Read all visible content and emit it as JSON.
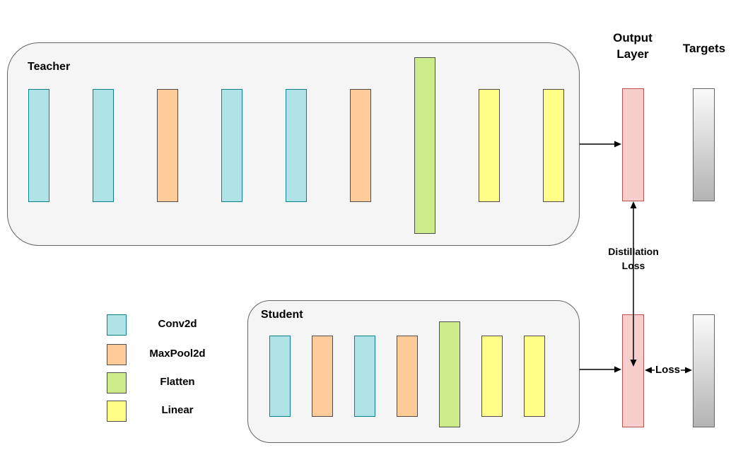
{
  "colors": {
    "conv2d_fill": "#b0e3e5",
    "conv2d_stroke": "#0e8088",
    "maxpool2d_fill": "#ffcc99",
    "maxpool2d_stroke": "#4d4d4d",
    "flatten_fill": "#cdeb8b",
    "flatten_stroke": "#4d4d4d",
    "linear_fill": "#ffff88",
    "linear_stroke": "#4d4d4d",
    "output_fill": "#f8cecc",
    "output_stroke": "#b85450",
    "targets_fill_top": "#fbfbfb",
    "targets_fill_bottom": "#b3b3b3",
    "targets_stroke": "#666666",
    "group_fill": "#f5f5f5",
    "group_stroke": "#666666",
    "arrow": "#000000"
  },
  "teacher": {
    "label": "Teacher",
    "layers": [
      "conv2d",
      "conv2d",
      "maxpool2d",
      "conv2d",
      "conv2d",
      "maxpool2d",
      "flatten",
      "linear",
      "linear"
    ]
  },
  "student": {
    "label": "Student",
    "layers": [
      "conv2d",
      "maxpool2d",
      "conv2d",
      "maxpool2d",
      "flatten",
      "linear",
      "linear"
    ]
  },
  "legend": {
    "items": [
      {
        "type": "conv2d",
        "label": "Conv2d"
      },
      {
        "type": "maxpool2d",
        "label": "MaxPool2d"
      },
      {
        "type": "flatten",
        "label": "Flatten"
      },
      {
        "type": "linear",
        "label": "Linear"
      }
    ]
  },
  "headers": {
    "output_layer": "Output Layer",
    "targets": "Targets"
  },
  "annotations": {
    "distillation_loss": "Distillation Loss",
    "loss_label": "Loss"
  }
}
